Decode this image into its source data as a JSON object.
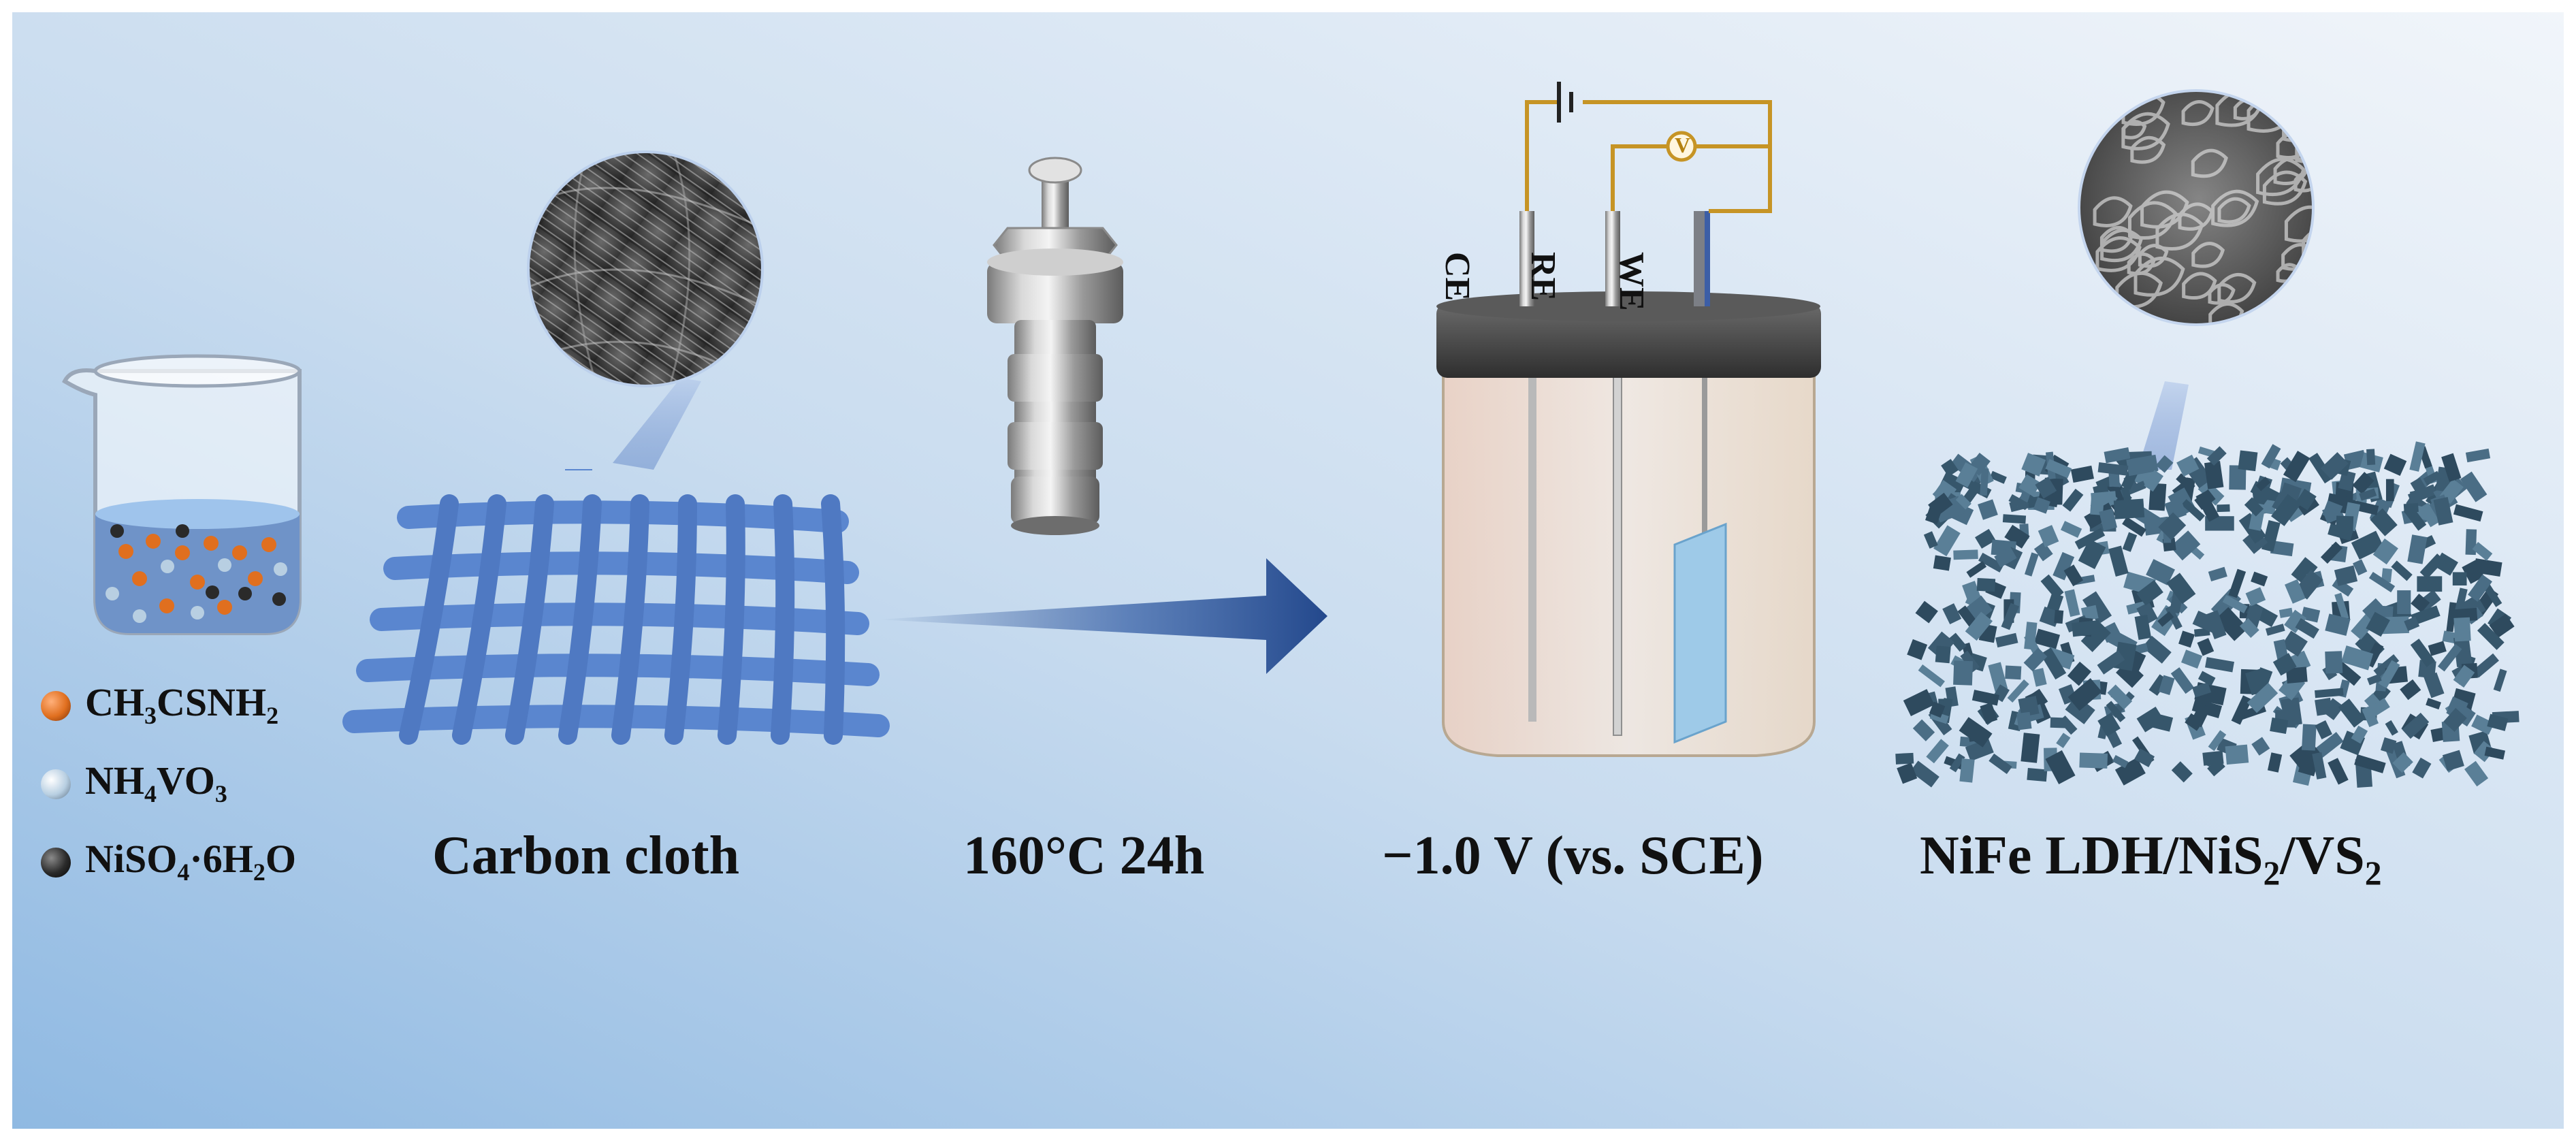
{
  "legend": [
    {
      "parts": [
        "CH",
        "3",
        "CSNH",
        "2"
      ],
      "color": "#e06f1f"
    },
    {
      "parts": [
        "NH",
        "4",
        "VO",
        "3"
      ],
      "color": "#b8cfe2"
    },
    {
      "parts": [
        "NiSO",
        "4",
        "·6H",
        "2",
        "O"
      ],
      "color": "#2a2a2a"
    }
  ],
  "steps": {
    "substrate": "Carbon cloth",
    "hydrothermal": "160°C 24h",
    "electrodeposition": "−1.0 V (vs. SCE)",
    "product": {
      "parts": [
        "NiFe LDH/NiS",
        "2",
        "/VS",
        "2"
      ]
    }
  },
  "electrodes": [
    "CE",
    "RE",
    "WE"
  ],
  "voltmeter_symbol": "V",
  "colors": {
    "background_dark": "#8fb9e2",
    "background_light": "#f1f5fa",
    "cloth_blue": "#5a86cf",
    "arrow_blue": "#2a4f94",
    "wire_gold": "#c69425",
    "product_teal": "#3c5c72"
  }
}
